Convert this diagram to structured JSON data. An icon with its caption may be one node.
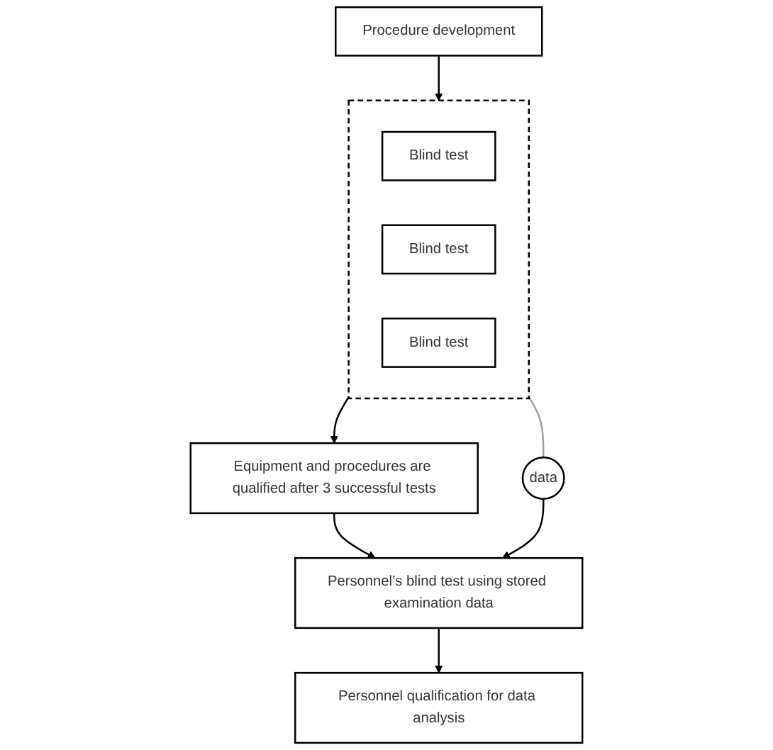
{
  "diagram": {
    "nodes": [
      {
        "text": [
          "Procedure development"
        ]
      },
      {
        "text": [],
        "shape": "box"
      },
      {
        "text": [
          "Blind test"
        ],
        "in": 1
      },
      {
        "text": [
          "Blind test"
        ],
        "in": 1
      },
      {
        "text": [
          "Blind test"
        ],
        "in": 1
      },
      {
        "text": [
          "Equipment and procedures are qualified after 3 successful tests"
        ]
      },
      {
        "text": [
          "Personnel’s blind test using stored examination data"
        ]
      },
      {
        "text": [
          "data"
        ]
      },
      {
        "text": [
          "Personnel qualification for data analysis"
        ]
      }
    ],
    "edges": [
      {
        "from": 0,
        "to": 1,
        "arrow": "to"
      },
      {
        "from": 1,
        "to": 5,
        "arrow": "to"
      },
      {
        "from": 5,
        "to": 6,
        "arrow": "to"
      },
      {
        "from": 1,
        "to": 7,
        "arrow": "none",
        "color": "#a0a0a0"
      },
      {
        "from": 7,
        "to": 6,
        "arrow": "to"
      },
      {
        "from": 6,
        "to": 8,
        "arrow": "to"
      }
    ]
  }
}
